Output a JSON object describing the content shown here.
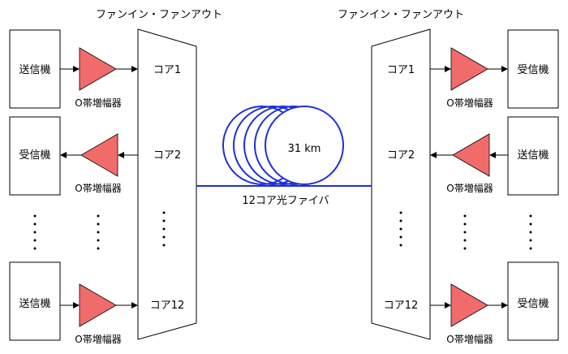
{
  "left_title": "ファンイン・ファンアウト",
  "right_title": "ファンイン・ファンアウト",
  "amp_label": "O帯増幅器",
  "left_boxes": [
    "送信機",
    "受信機",
    "送信機"
  ],
  "right_boxes": [
    "受信機",
    "送信機",
    "受信機"
  ],
  "left_cores": [
    "コア1",
    "コア2",
    "コア12"
  ],
  "right_cores": [
    "コア1",
    "コア2",
    "コア12"
  ],
  "fiber_length": "31 km",
  "fiber_label": "12コア光ファイバ",
  "colors": {
    "amplifier": "#f26b6b",
    "fiber": "#1f2fd6",
    "line": "#000000"
  }
}
